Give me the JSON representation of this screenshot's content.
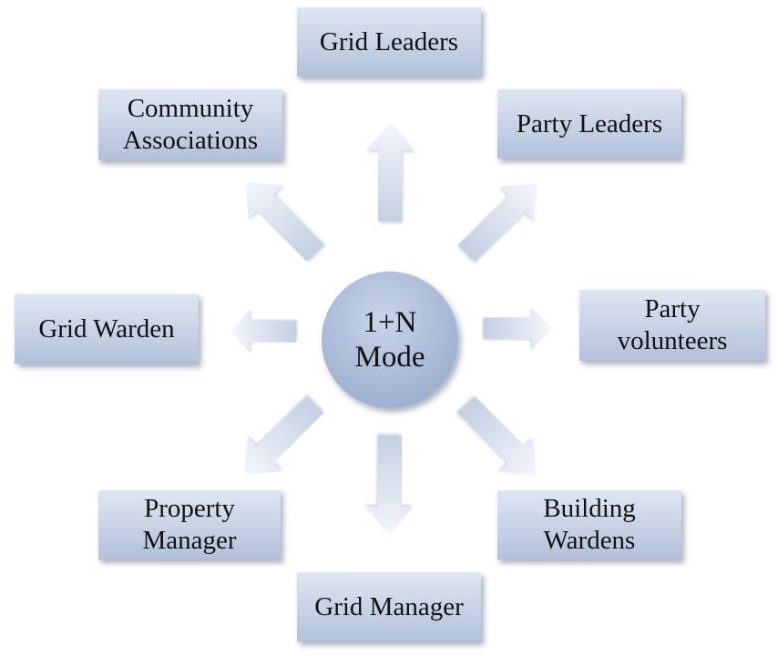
{
  "hub": {
    "line1": "1+N",
    "line2": "Mode"
  },
  "nodes": {
    "grid_leaders": "Grid Leaders",
    "party_leaders": "Party Leaders",
    "community_associations": "Community\nAssociations",
    "grid_warden": "Grid Warden",
    "party_volunteers": "Party\nvolunteers",
    "property_manager": "Property\nManager",
    "building_wardens": "Building\nWardens",
    "grid_manager": "Grid Manager"
  },
  "colors": {
    "box_top": "#dfe6f2",
    "box_bottom": "#b2c1da",
    "arrow_light": "#f1f4fa",
    "arrow_dark": "#c4cfe2",
    "hub": "#a3b5d3"
  }
}
